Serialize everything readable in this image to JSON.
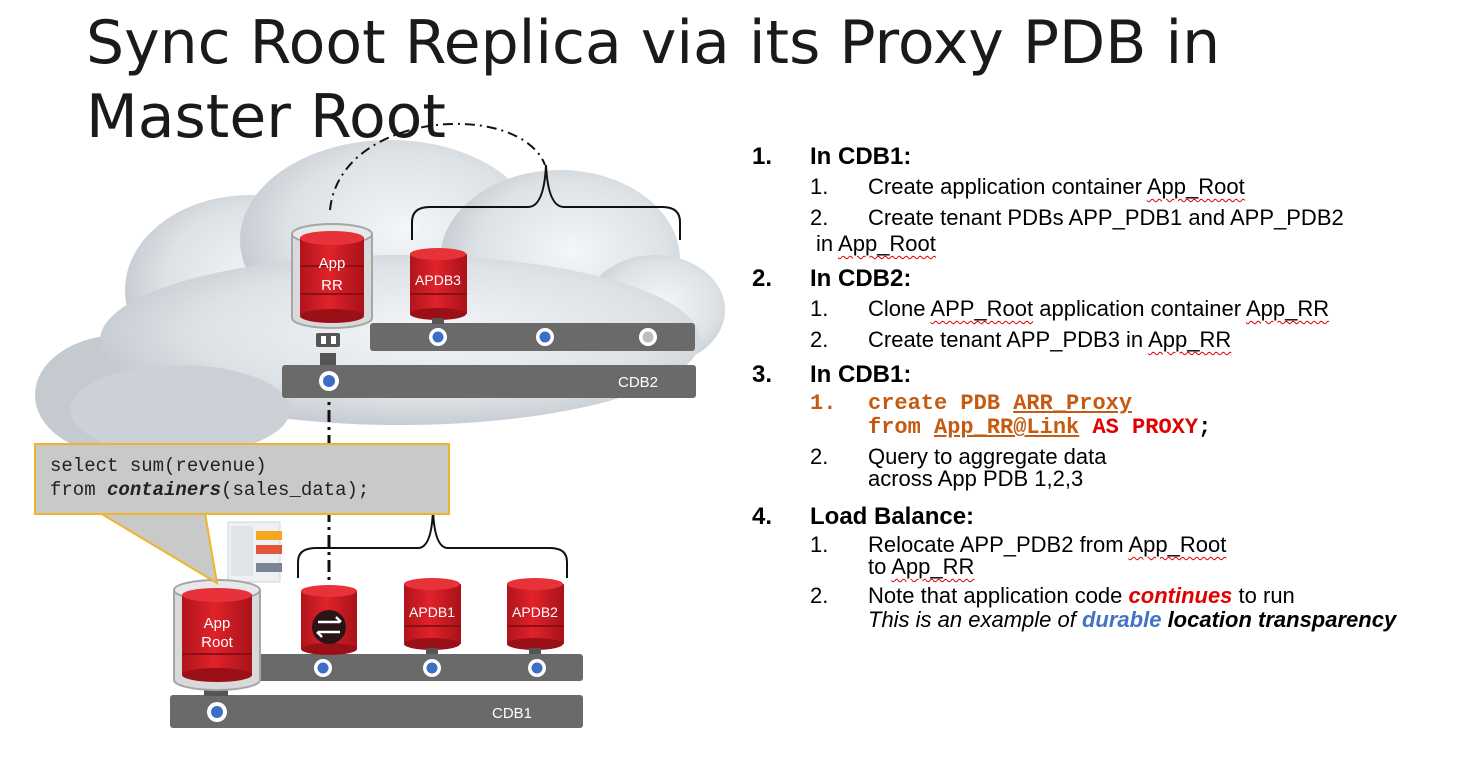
{
  "title": "Sync Root Replica via its Proxy PDB in Master Root",
  "diagram": {
    "app_rr_line1": "App",
    "app_rr_line2": "RR",
    "apdb3": "APDB3",
    "cdb2": "CDB2",
    "app_root_line1": "App",
    "app_root_line2": "Root",
    "apdb1": "APDB1",
    "apdb2": "APDB2",
    "cdb1": "CDB1",
    "sql_line1": "select sum(revenue)",
    "sql_from": "from ",
    "sql_containers": "containers",
    "sql_rest": "(sales_data);"
  },
  "steps": [
    {
      "num": "1.",
      "title": "In CDB1:",
      "items": [
        {
          "num": "1.",
          "pre": "Create application container ",
          "sq": "App_Root"
        },
        {
          "num": "2.",
          "pre": "Create tenant PDBs APP_PDB1 and APP_PDB2",
          "cont_pre": "in ",
          "cont_sq": "App_Root"
        }
      ]
    },
    {
      "num": "2.",
      "title": "In  CDB2:",
      "items": [
        {
          "num": "1.",
          "pre": "Clone ",
          "sq1": "APP_Root",
          "mid": " application container ",
          "sq2": "App_RR"
        },
        {
          "num": "2.",
          "pre": "Create tenant APP_PDB3  in ",
          "sq": "App_RR"
        }
      ]
    },
    {
      "num": "3.",
      "title": "In  CDB1:",
      "code": {
        "num": "1.",
        "kw1": "create PDB ",
        "ul1": "ARR_Proxy",
        "kw2": "from ",
        "ul2": "App_RR@Link",
        "sp": " ",
        "red": "AS PROXY",
        "semi": ";"
      },
      "items": [
        {
          "num": "2.",
          "line1": "Query to aggregate data",
          "line2": "across App PDB 1,2,3"
        }
      ]
    },
    {
      "num": "4.",
      "title": "Load Balance:",
      "items": [
        {
          "num": "1.",
          "pre": "Relocate  APP_PDB2 from ",
          "sq1": "App_Root",
          "line2_pre": "to ",
          "sq2": "App_RR"
        },
        {
          "num": "2.",
          "pre": "Note that application code ",
          "red": "continues",
          "post": " to run",
          "line2_it": "This is an example of ",
          "blue": "durable",
          "bold_it": " location transparency"
        }
      ]
    }
  ]
}
